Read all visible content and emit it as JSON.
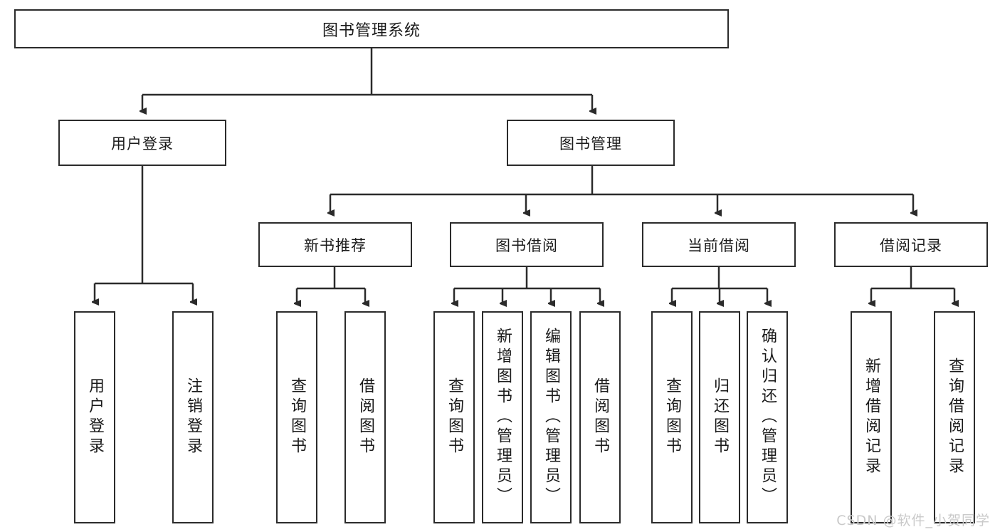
{
  "diagram": {
    "title": "图书管理系统",
    "type": "tree",
    "root": {
      "label": "图书管理系统"
    },
    "level2": [
      {
        "label": "用户登录"
      },
      {
        "label": "图书管理"
      }
    ],
    "level3": [
      {
        "label": "新书推荐"
      },
      {
        "label": "图书借阅"
      },
      {
        "label": "当前借阅"
      },
      {
        "label": "借阅记录"
      }
    ],
    "leaves": {
      "user_login": [
        {
          "label": "用户登录"
        },
        {
          "label": "注销登录"
        }
      ],
      "new_book": [
        {
          "label": "查询图书"
        },
        {
          "label": "借阅图书"
        }
      ],
      "book_borrow": [
        {
          "label": "查询图书"
        },
        {
          "label": "新增图书（管理员）"
        },
        {
          "label": "编辑图书（管理员）"
        },
        {
          "label": "借阅图书"
        }
      ],
      "current_borrow": [
        {
          "label": "查询图书"
        },
        {
          "label": "归还图书"
        },
        {
          "label": "确认归还（管理员）"
        }
      ],
      "borrow_record": [
        {
          "label": "新增借阅记录"
        },
        {
          "label": "查询借阅记录"
        }
      ]
    }
  },
  "watermark": {
    "text": "CSDN @软件_小贺同学"
  },
  "colors": {
    "border": "#2b2b2b",
    "text": "#1a1a1a",
    "background": "#ffffff",
    "watermark": "#c9c9c9"
  }
}
